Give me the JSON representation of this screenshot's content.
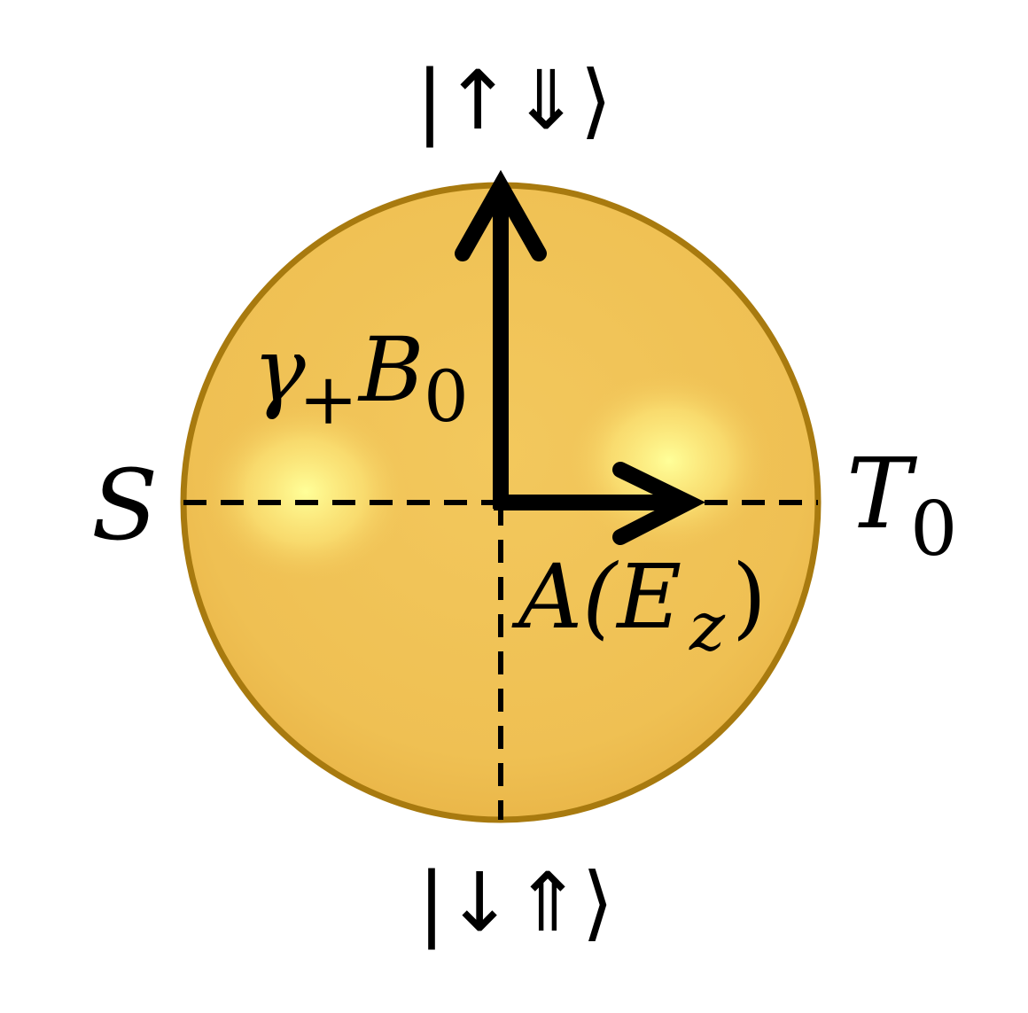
{
  "diagram": {
    "labels": {
      "top_state": "|↑⇓⟩",
      "bottom_state": "|↓⇑⟩",
      "left_state": "S",
      "right_state_main": "T",
      "right_state_sub": "0",
      "vertical_vector_symbol": "γ",
      "vertical_vector_symbol_sub": "+",
      "vertical_vector_field": "B",
      "vertical_vector_field_sub": "0",
      "horizontal_vector_prefix": "A(E",
      "horizontal_vector_sub": "z",
      "horizontal_vector_suffix": ")"
    },
    "colors": {
      "sphere_fill": "#f0c255",
      "sphere_edge": "#a87a0f",
      "highlight": "#ffff99",
      "arrows": "#000000",
      "dashes": "#000000"
    }
  }
}
